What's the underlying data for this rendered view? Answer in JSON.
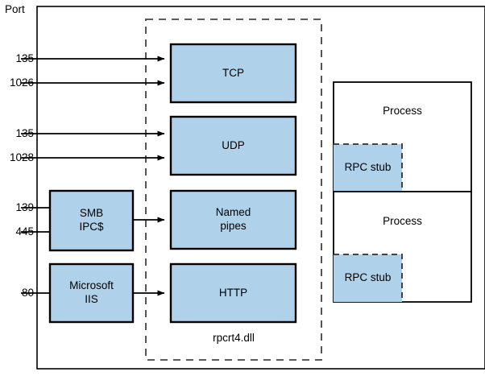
{
  "diagram": {
    "title": "Windows RPC transport and port mapping diagram",
    "port_heading": "Port",
    "colors": {
      "box_fill": "#AFD1EA",
      "stroke": "#000000",
      "dashed_stroke": "#444444",
      "background": "#FFFFFF"
    },
    "ports": [
      {
        "label": "135",
        "target": "TCP"
      },
      {
        "label": "1026",
        "target": "TCP"
      },
      {
        "label": "135",
        "target": "UDP"
      },
      {
        "label": "1028",
        "target": "UDP"
      },
      {
        "label": "139",
        "target": "SMB IPC$"
      },
      {
        "label": "445",
        "target": "SMB IPC$"
      },
      {
        "label": "80",
        "target": "Microsoft IIS"
      }
    ],
    "service_boxes": [
      {
        "name": "smb",
        "label": "SMB\nIPC$"
      },
      {
        "name": "iis",
        "label": "Microsoft\nIIS"
      }
    ],
    "transport_boxes": [
      {
        "name": "tcp",
        "label": "TCP"
      },
      {
        "name": "udp",
        "label": "UDP"
      },
      {
        "name": "named-pipes",
        "label": "Named\npipes"
      },
      {
        "name": "http",
        "label": "HTTP"
      }
    ],
    "dll_caption": "rpcrt4.dll",
    "processes": [
      {
        "name": "process-1",
        "label": "Process",
        "stub_label": "RPC stub"
      },
      {
        "name": "process-2",
        "label": "Process",
        "stub_label": "RPC stub"
      }
    ]
  }
}
